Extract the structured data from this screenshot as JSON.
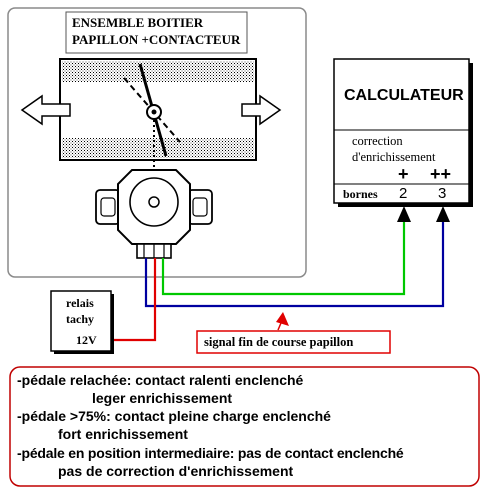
{
  "assembly": {
    "title_line1": "ENSEMBLE BOITIER",
    "title_line2": "PAPILLON +CONTACTEUR"
  },
  "calculator": {
    "title": "CALCULATEUR",
    "subtitle_line1": "correction",
    "subtitle_line2": "d'enrichissement",
    "plus_one": "+",
    "plus_two": "++",
    "terminals_label": "bornes",
    "terminal_2": "2",
    "terminal_3": "3"
  },
  "relay": {
    "label_line1": "relais",
    "label_line2": "tachy",
    "voltage": "12V"
  },
  "signal_label": "signal fin de course papillon",
  "notes": [
    "-pédale relachée: contact ralenti enclenché",
    "leger enrichissement",
    "-pédale >75%: contact pleine charge enclenché",
    "fort enrichissement",
    "-pédale en position intermediaire: pas de contact enclenché",
    "pas de correction d'enrichissement"
  ],
  "colors": {
    "wire_green": "#00c800",
    "wire_blue": "#0000a0",
    "wire_red": "#e00000",
    "note_border": "#c00000",
    "body_fill": "#cccccc"
  }
}
